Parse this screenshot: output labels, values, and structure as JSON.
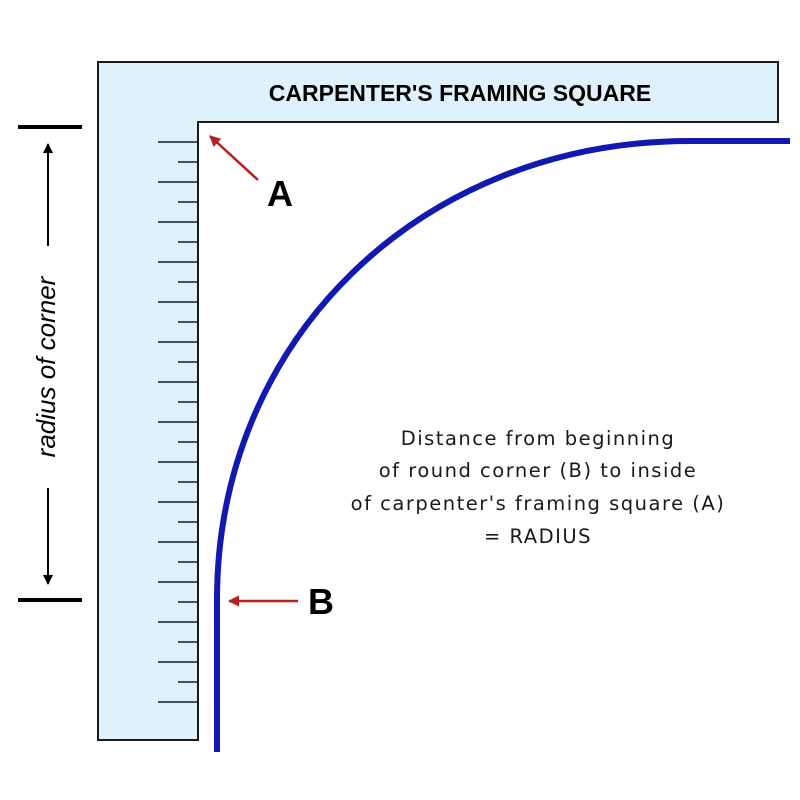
{
  "title": "CARPENTER'S FRAMING SQUARE",
  "labels": {
    "point_a": "A",
    "point_b": "B",
    "side": "radius of corner"
  },
  "note": [
    "Distance from beginning",
    "of round corner (B) to inside",
    "of carpenter's framing square (A)",
    "= RADIUS"
  ],
  "colors": {
    "square_fill": "#dff1fb",
    "outline": "#1a1a1a",
    "curve": "#1219b0",
    "arrow": "#b52020"
  }
}
